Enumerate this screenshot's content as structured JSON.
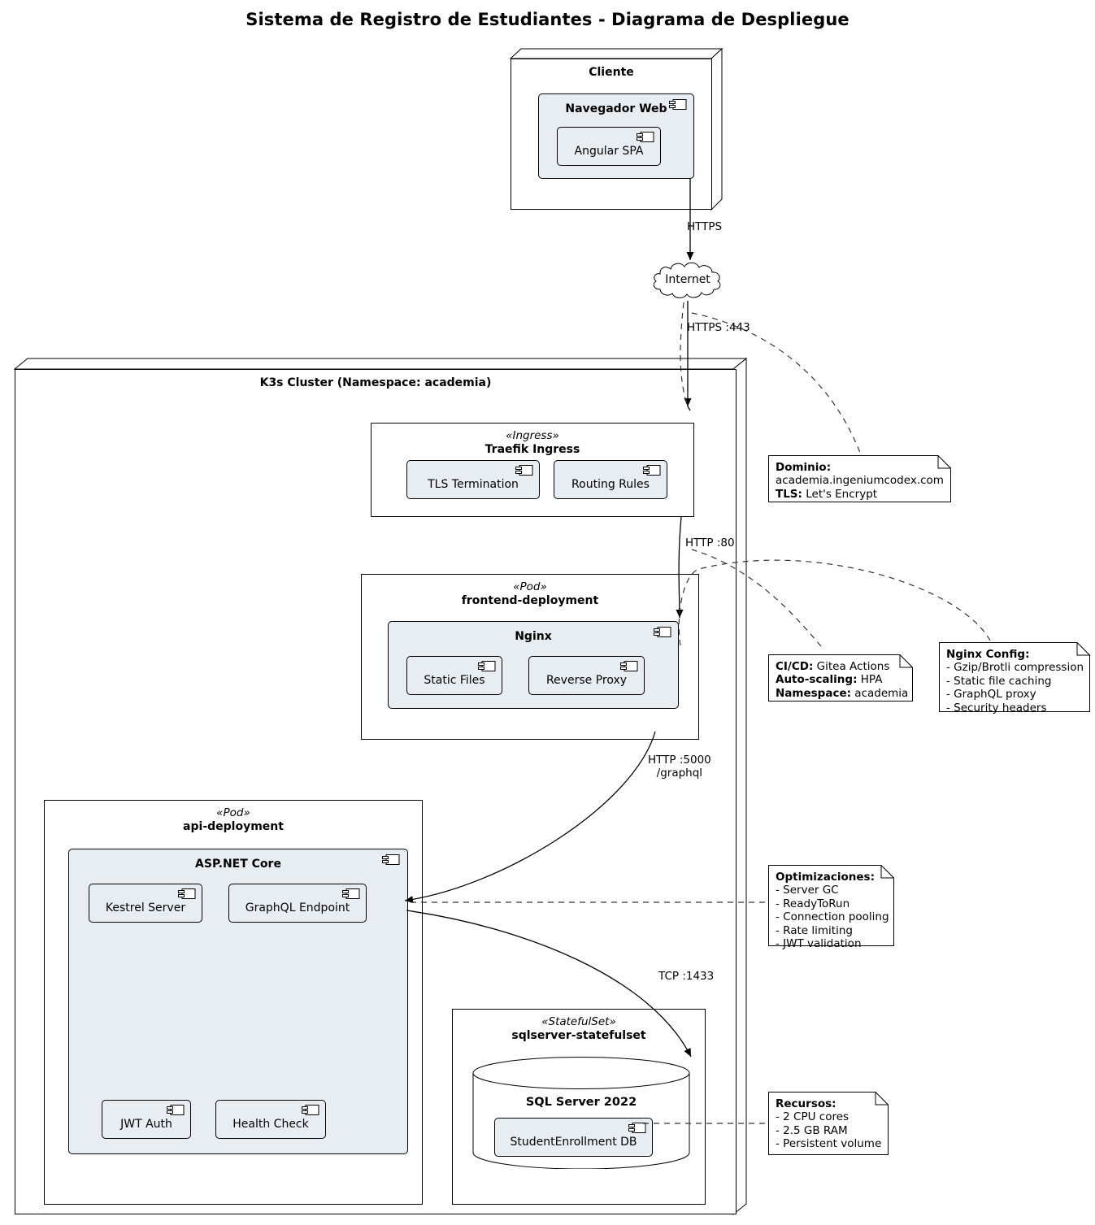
{
  "title": "Sistema de Registro de Estudiantes - Diagrama de Despliegue",
  "nodes": {
    "cliente": {
      "name": "Cliente",
      "stereotype": ""
    },
    "navegador": {
      "name": "Navegador Web",
      "icon": "component-icon"
    },
    "angular": {
      "name": "Angular SPA",
      "icon": "component-icon"
    },
    "cluster": {
      "name": "K3s Cluster (Namespace: academia)",
      "stereotype": ""
    },
    "traefik": {
      "name": "Traefik Ingress",
      "stereotype": "«Ingress»"
    },
    "tls_termination": {
      "name": "TLS Termination",
      "icon": "component-icon"
    },
    "routing_rules": {
      "name": "Routing Rules",
      "icon": "component-icon"
    },
    "frontend": {
      "name": "frontend-deployment",
      "stereotype": "«Pod»"
    },
    "nginx": {
      "name": "Nginx",
      "icon": "component-icon"
    },
    "static_files": {
      "name": "Static Files",
      "icon": "component-icon"
    },
    "reverse_proxy": {
      "name": "Reverse Proxy",
      "icon": "component-icon"
    },
    "api": {
      "name": "api-deployment",
      "stereotype": "«Pod»"
    },
    "aspnet": {
      "name": "ASP.NET Core",
      "icon": "component-icon"
    },
    "kestrel": {
      "name": "Kestrel Server",
      "icon": "component-icon"
    },
    "graphql": {
      "name": "GraphQL Endpoint",
      "icon": "component-icon"
    },
    "jwt_auth": {
      "name": "JWT Auth",
      "icon": "component-icon"
    },
    "health_check": {
      "name": "Health Check",
      "icon": "component-icon"
    },
    "sqlstateful": {
      "name": "sqlserver-statefulset",
      "stereotype": "«StatefulSet»"
    },
    "sqlserver": {
      "name": "SQL Server 2022",
      "shape": "database-cylinder"
    },
    "studentdb": {
      "name": "StudentEnrollment DB",
      "icon": "component-icon"
    },
    "internet": {
      "name": "Internet",
      "shape": "cloud"
    }
  },
  "edges": [
    {
      "id": "browser-to-internet",
      "label": "HTTPS",
      "style": "solid-arrow"
    },
    {
      "id": "internet-to-traefik",
      "label": "HTTPS :443",
      "style": "solid-arrow"
    },
    {
      "id": "traefik-to-nginx",
      "label": "HTTP :80",
      "style": "solid-arrow"
    },
    {
      "id": "nginx-to-api",
      "label": "HTTP :5000\n/graphql",
      "style": "solid-arrow"
    },
    {
      "id": "api-to-sql",
      "label": "TCP :1433",
      "style": "solid-arrow"
    }
  ],
  "notes": {
    "dominio": {
      "lines": [
        {
          "bold": "Dominio:",
          "text": ""
        },
        {
          "bold": "",
          "text": "academia.ingeniumcodex.com"
        },
        {
          "bold": "TLS:",
          "text": " Let's Encrypt"
        }
      ]
    },
    "cicd": {
      "lines": [
        {
          "bold": "CI/CD:",
          "text": " Gitea Actions"
        },
        {
          "bold": "Auto-scaling:",
          "text": " HPA"
        },
        {
          "bold": "Namespace:",
          "text": " academia"
        }
      ]
    },
    "nginx_config": {
      "lines": [
        {
          "bold": "Nginx Config:",
          "text": ""
        },
        {
          "bold": "",
          "text": "- Gzip/Brotli compression"
        },
        {
          "bold": "",
          "text": "- Static file caching"
        },
        {
          "bold": "",
          "text": "- GraphQL proxy"
        },
        {
          "bold": "",
          "text": "- Security headers"
        }
      ]
    },
    "optimizaciones": {
      "lines": [
        {
          "bold": "Optimizaciones:",
          "text": ""
        },
        {
          "bold": "",
          "text": "- Server GC"
        },
        {
          "bold": "",
          "text": "- ReadyToRun"
        },
        {
          "bold": "",
          "text": "- Connection pooling"
        },
        {
          "bold": "",
          "text": "- Rate limiting"
        },
        {
          "bold": "",
          "text": "- JWT validation"
        }
      ]
    },
    "recursos": {
      "lines": [
        {
          "bold": "Recursos:",
          "text": ""
        },
        {
          "bold": "",
          "text": "- 2 CPU cores"
        },
        {
          "bold": "",
          "text": "- 2.5 GB RAM"
        },
        {
          "bold": "",
          "text": "- Persistent volume"
        }
      ]
    }
  },
  "colors": {
    "component_fill": "#e8edf1",
    "node_fill": "#ffffff",
    "stroke": "#000000",
    "background": "#ffffff"
  }
}
